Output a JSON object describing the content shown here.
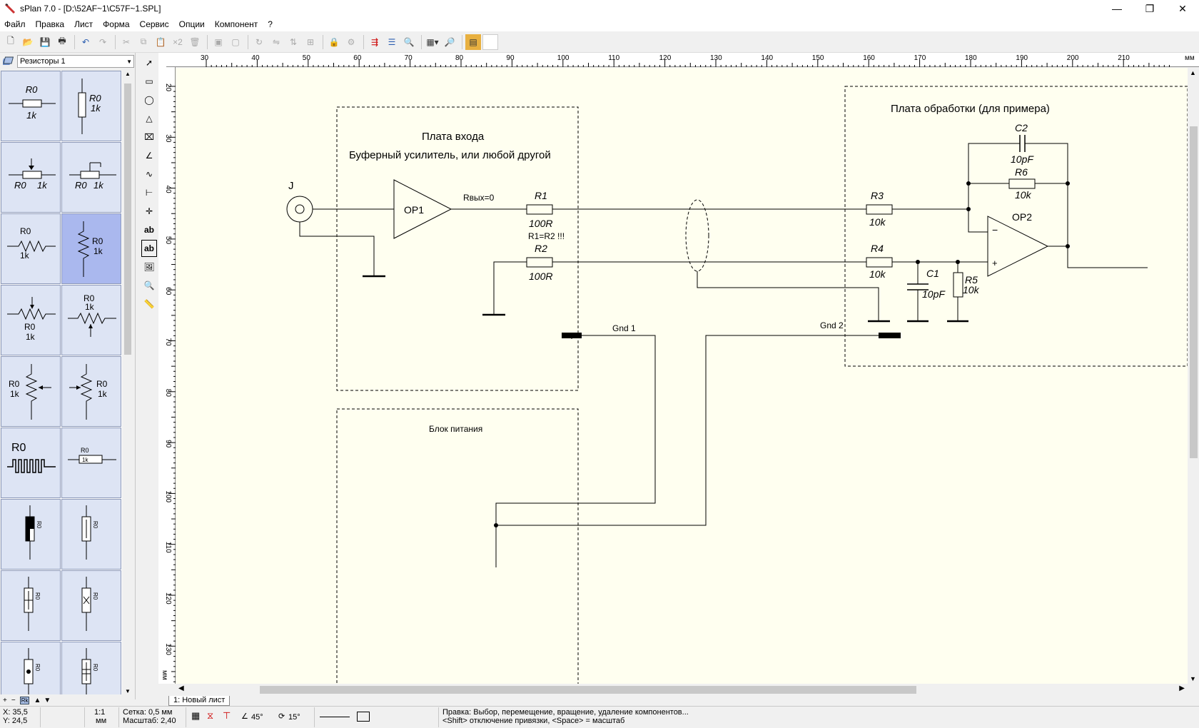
{
  "window": {
    "title": "sPlan 7.0 - [D:\\52AF~1\\C57F~1.SPL]",
    "min": "—",
    "max": "❐",
    "close": "✕"
  },
  "menu": [
    "Файл",
    "Правка",
    "Лист",
    "Форма",
    "Сервис",
    "Опции",
    "Компонент",
    "?"
  ],
  "toolbar": {
    "x2": "×2"
  },
  "library": {
    "selected": "Резисторы 1"
  },
  "ruler": {
    "top": [
      "30",
      "40",
      "50",
      "60",
      "70",
      "80",
      "90",
      "100",
      "110",
      "120",
      "130",
      "140",
      "150",
      "160",
      "170",
      "180",
      "190",
      "200",
      "210"
    ],
    "top_unit": "мм",
    "left": [
      "20",
      "30",
      "40",
      "50",
      "60",
      "70",
      "80",
      "90",
      "100",
      "110",
      "120",
      "130"
    ],
    "left_unit": "мм"
  },
  "schematic": {
    "board_input_title": "Плата входа",
    "board_input_subtitle": "Буферный усилитель, или любой другой",
    "board_proc_title": "Плата обработки (для примера)",
    "power_title": "Блок питания",
    "jack": "J",
    "op1": "OP1",
    "op2": "OP2",
    "rout": "Rвых=0",
    "r1_name": "R1",
    "r1_val": "100R",
    "r_note": "R1=R2 !!!",
    "r2_name": "R2",
    "r2_val": "100R",
    "r3_name": "R3",
    "r3_val": "10k",
    "r4_name": "R4",
    "r4_val": "10k",
    "r5_name": "R5",
    "r5_val": "10k",
    "r6_name": "R6",
    "r6_val": "10k",
    "c1_name": "C1",
    "c1_val": "10pF",
    "c2_name": "C2",
    "c2_val": "10pF",
    "gnd1": "Gnd 1",
    "gnd2": "Gnd 2",
    "minus": "−",
    "plus": "+"
  },
  "sheet_tab": "1: Новый лист",
  "status": {
    "x": "X: 35,5",
    "y": "Y: 24,5",
    "scale1": "1:1",
    "unit": "мм",
    "grid": "Сетка: 0,5 мм",
    "zoom": "Масштаб:  2,40",
    "angle1": "45°",
    "angle2": "15°",
    "hint1": "Правка: Выбор, перемещение, вращение, удаление компонентов...",
    "hint2": "<Shift> отключение привязки, <Space> = масштаб"
  }
}
